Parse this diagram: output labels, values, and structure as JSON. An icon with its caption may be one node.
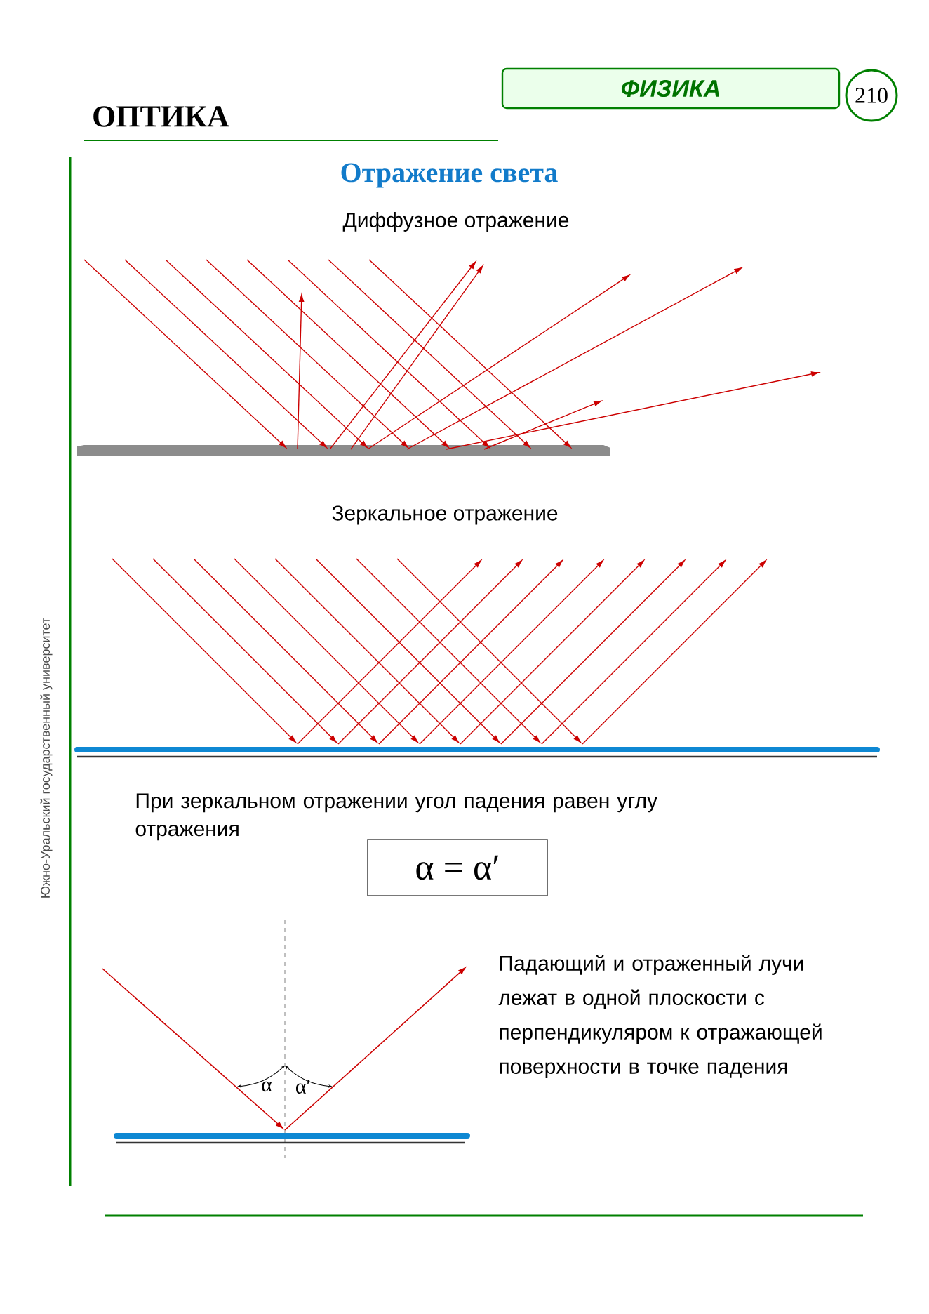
{
  "diagram": {
    "title": "ОПТИКА",
    "labels": [
      "ФИЗИКА",
      "210",
      "Отражение света",
      "Диффузное отражение",
      "Зеркальное отражение",
      "При зеркальном отражении угол падения равен углу отражения",
      "α = α′",
      "α",
      "α′",
      "Падающий и отраженный лучи лежат в одной плоскости с перпендикуляром к отражающей поверхности в точке падения",
      "Южно-Уральский государственный университет"
    ]
  }
}
